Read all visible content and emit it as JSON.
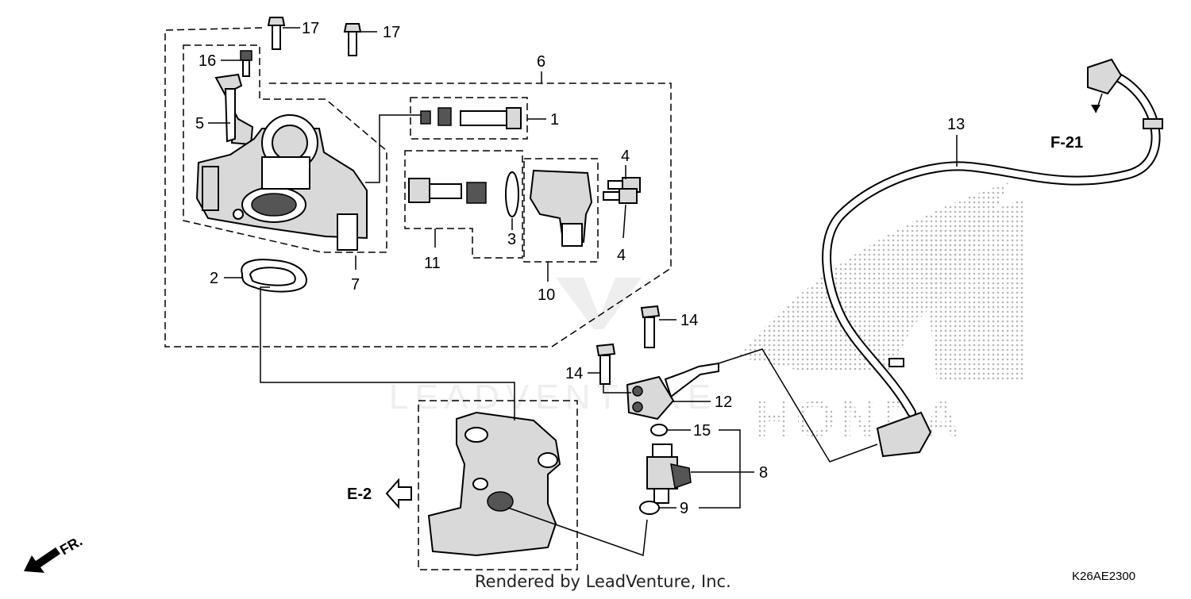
{
  "diagram": {
    "callouts": {
      "c1": "1",
      "c2": "2",
      "c3": "3",
      "c4a": "4",
      "c4b": "4",
      "c5": "5",
      "c6": "6",
      "c7": "7",
      "c8": "8",
      "c9": "9",
      "c10": "10",
      "c11": "11",
      "c12": "12",
      "c13": "13",
      "c14a": "14",
      "c14b": "14",
      "c15": "15",
      "c16": "16",
      "c17a": "17",
      "c17b": "17"
    },
    "references": {
      "e2": "E-2",
      "f21": "F-21"
    },
    "direction": "FR.",
    "diagram_code": "K26AE2300",
    "credit": "Rendered by LeadVenture, Inc.",
    "watermark": "LEADVENTURE",
    "brand_watermark": "HONDA",
    "colors": {
      "line": "#000000",
      "watermark": "#c8c8c8"
    }
  }
}
